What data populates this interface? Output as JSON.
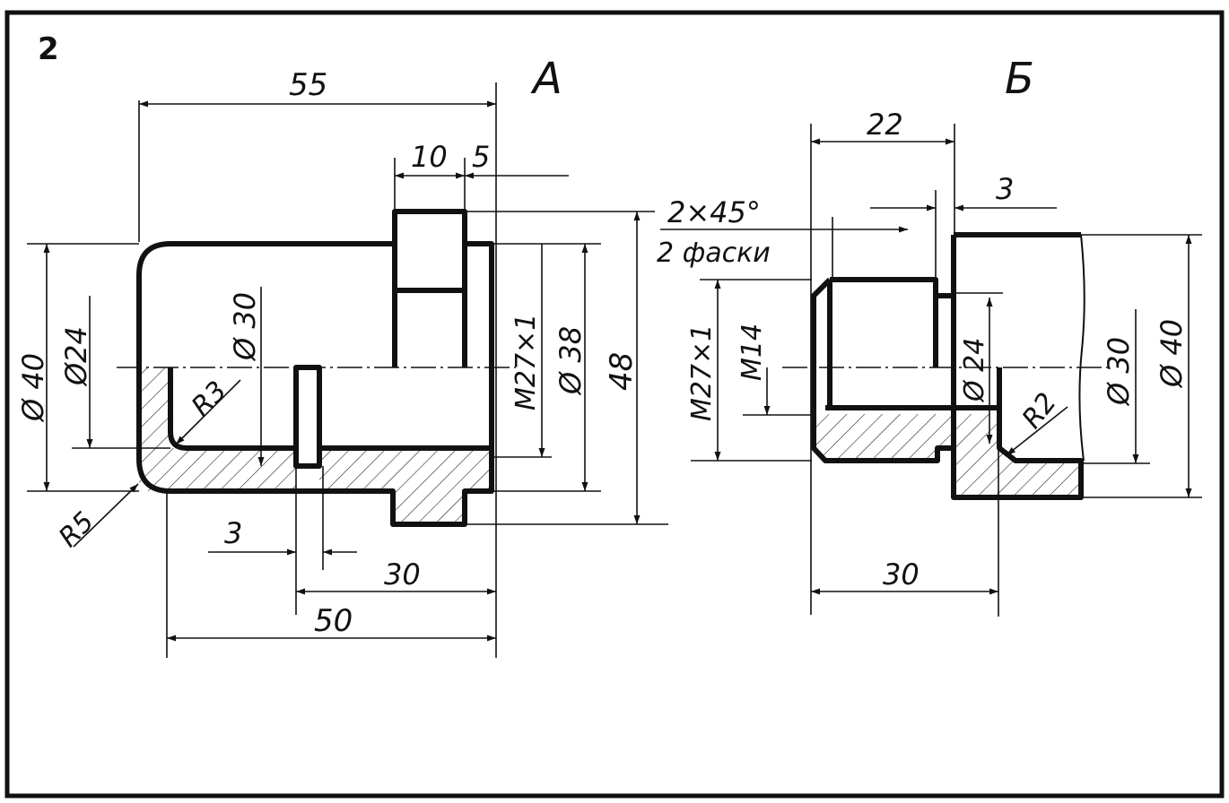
{
  "sheet_number": "2",
  "views": {
    "a": {
      "label": "А",
      "dims": {
        "d55": "55",
        "d10": "10",
        "d5": "5",
        "dia40": "Ø 40",
        "dia24": "Ø24",
        "dia30": "Ø 30",
        "r3": "R3",
        "m27": "M27×1",
        "dia38": "Ø 38",
        "d48": "48",
        "r5": "R5",
        "d3": "3",
        "d30": "30",
        "d50": "50"
      }
    },
    "b": {
      "label": "Б",
      "dims": {
        "d22": "22",
        "d3": "3",
        "chamfer_size": "2×45°",
        "chamfer_note": "2 фаски",
        "m27": "M27×1",
        "m14": "M14",
        "dia24": "Ø 24",
        "r2": "R2",
        "dia30": "Ø 30",
        "dia40": "Ø 40",
        "d30": "30"
      }
    }
  }
}
